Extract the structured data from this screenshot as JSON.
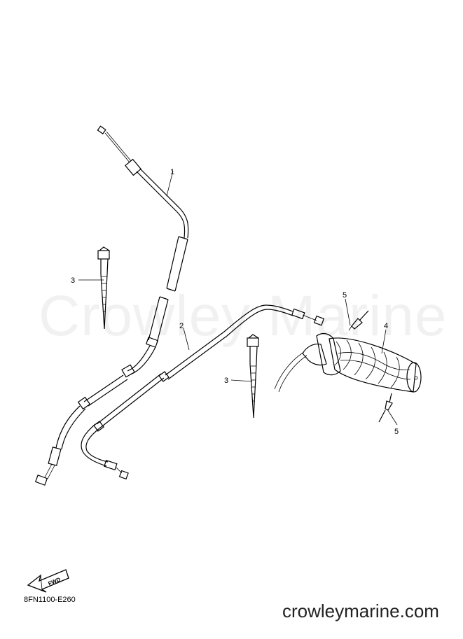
{
  "watermark": "Crowley Marine",
  "callouts": [
    "1",
    "2",
    "3",
    "3",
    "4",
    "5",
    "5"
  ],
  "fwd_label": "FWD",
  "doc_id": "8FN1100-E260",
  "site": "crowleymarine.com"
}
